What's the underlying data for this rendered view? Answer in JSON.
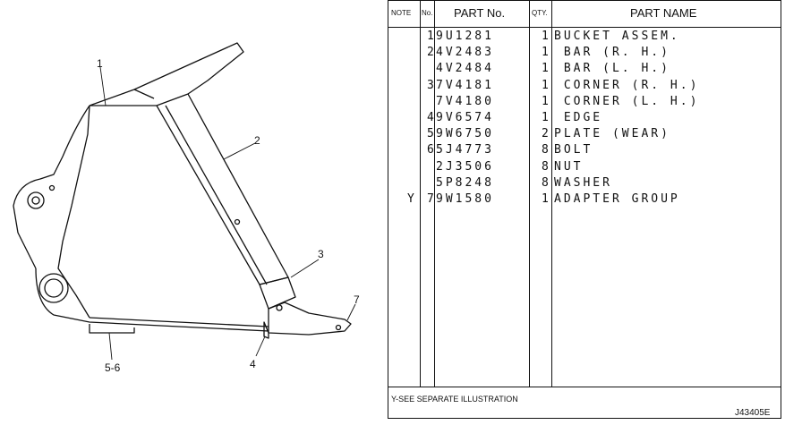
{
  "illustration": {
    "callouts": [
      {
        "id": "callout-1",
        "label": "1"
      },
      {
        "id": "callout-2",
        "label": "2"
      },
      {
        "id": "callout-3",
        "label": "3"
      },
      {
        "id": "callout-4",
        "label": "4"
      },
      {
        "id": "callout-5-6",
        "label": "5-6"
      },
      {
        "id": "callout-7",
        "label": "7"
      }
    ]
  },
  "table": {
    "headers": {
      "note": "NOTE",
      "no": "No.",
      "part_no": "PART No.",
      "qty": "QTY.",
      "part_name": "PART NAME"
    },
    "rows": [
      {
        "note": "",
        "no": "1",
        "part_no": "9U1281",
        "qty": "1",
        "name": "BUCKET ASSEM."
      },
      {
        "note": "",
        "no": "2",
        "part_no": "4V2483",
        "qty": "1",
        "name": " BAR (R. H.)"
      },
      {
        "note": "",
        "no": "",
        "part_no": "4V2484",
        "qty": "1",
        "name": " BAR (L. H.)"
      },
      {
        "note": "",
        "no": "3",
        "part_no": "7V4181",
        "qty": "1",
        "name": " CORNER (R. H.)"
      },
      {
        "note": "",
        "no": "",
        "part_no": "7V4180",
        "qty": "1",
        "name": " CORNER (L. H.)"
      },
      {
        "note": "",
        "no": "4",
        "part_no": "9V6574",
        "qty": "1",
        "name": " EDGE"
      },
      {
        "note": "",
        "no": "5",
        "part_no": "9W6750",
        "qty": "2",
        "name": "PLATE (WEAR)"
      },
      {
        "note": "",
        "no": "6",
        "part_no": "5J4773",
        "qty": "8",
        "name": "BOLT"
      },
      {
        "note": "",
        "no": "",
        "part_no": "2J3506",
        "qty": "8",
        "name": "NUT"
      },
      {
        "note": "",
        "no": "",
        "part_no": "5P8248",
        "qty": "8",
        "name": "WASHER"
      },
      {
        "note": "Y",
        "no": "7",
        "part_no": "9W1580",
        "qty": "1",
        "name": "ADAPTER GROUP"
      }
    ],
    "footnote": "Y-SEE SEPARATE ILLUSTRATION",
    "ref_code": "J43405E"
  }
}
